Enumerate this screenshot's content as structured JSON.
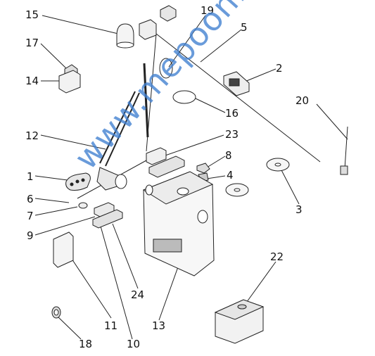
{
  "watermark": "www.mepoon.com",
  "callouts": [
    "15",
    "19",
    "5",
    "17",
    "2",
    "14",
    "20",
    "16",
    "12",
    "23",
    "8",
    "1",
    "4",
    "6",
    "7",
    "3",
    "9",
    "22",
    "11",
    "24",
    "13",
    "18",
    "10"
  ]
}
